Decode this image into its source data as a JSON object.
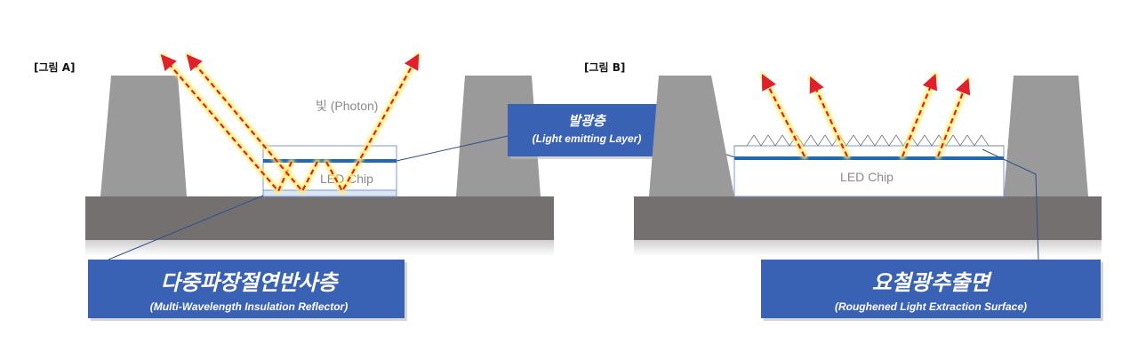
{
  "figure_a": {
    "label": "[그림 A]",
    "photon_label": "빛 (Photon)",
    "chip_label": "LED Chip",
    "reflector_box": {
      "title": "다중파장절연반사층",
      "subtitle": "(Multi-Wavelength Insulation Reflector)"
    }
  },
  "emitting_box": {
    "title": "발광층",
    "subtitle": "(Light emitting Layer)"
  },
  "figure_b": {
    "label": "[그림 B]",
    "chip_label": "LED Chip",
    "surface_box": {
      "title": "요철광추출면",
      "subtitle": "(Roughened Light Extraction Surface)"
    }
  },
  "colors": {
    "box": "#3a62b4",
    "base": "#757070",
    "pillar": "#9a9a9a",
    "layer": "#1f6ab0",
    "ray": "#e0202a",
    "glow": "#ffee66"
  }
}
